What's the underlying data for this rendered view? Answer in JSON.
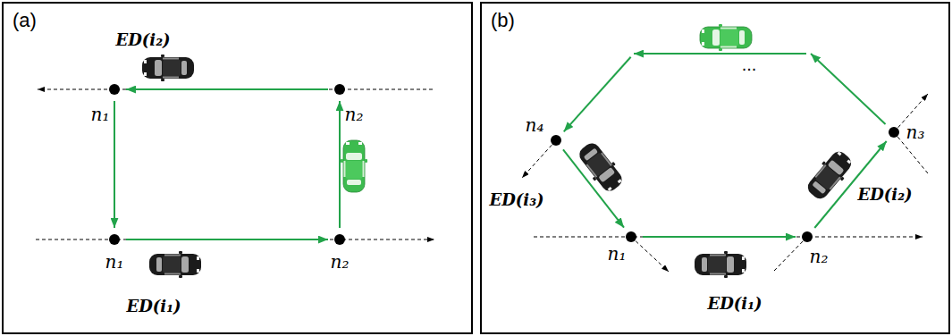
{
  "diagram": {
    "nodes": [
      {
        "text": [
          "(a)"
        ]
      },
      {
        "text": [
          "n₁"
        ],
        "in": 0
      },
      {
        "text": [
          "n₂"
        ],
        "in": 0
      },
      {
        "text": [
          "n₁"
        ],
        "in": 0
      },
      {
        "text": [
          "n₂"
        ],
        "in": 0
      },
      {
        "text": [
          "(b)"
        ]
      },
      {
        "text": [
          "n₄"
        ],
        "in": 5
      },
      {
        "text": [
          "n₁"
        ],
        "in": 5
      },
      {
        "text": [
          "n₂"
        ],
        "in": 5
      },
      {
        "text": [
          "n₃"
        ],
        "in": 5
      }
    ],
    "edges": [
      {
        "from": 2,
        "to": 1,
        "arrow": "to"
      },
      {
        "from": 1,
        "to": 3,
        "arrow": "to"
      },
      {
        "from": 3,
        "to": 4,
        "arrow": "to"
      },
      {
        "from": 4,
        "to": 2,
        "arrow": "to"
      },
      {
        "from": 6,
        "to": 7,
        "arrow": "to"
      },
      {
        "from": 7,
        "to": 8,
        "arrow": "to"
      },
      {
        "from": 8,
        "to": 9,
        "arrow": "to"
      },
      {
        "from": 9,
        "to": 6,
        "label": "...",
        "arrow": "to"
      }
    ],
    "labels": [
      "ED(i₂)",
      "ED(i₁)",
      "ED(i₃)",
      "ED(i₂)",
      "ED(i₁)"
    ]
  }
}
